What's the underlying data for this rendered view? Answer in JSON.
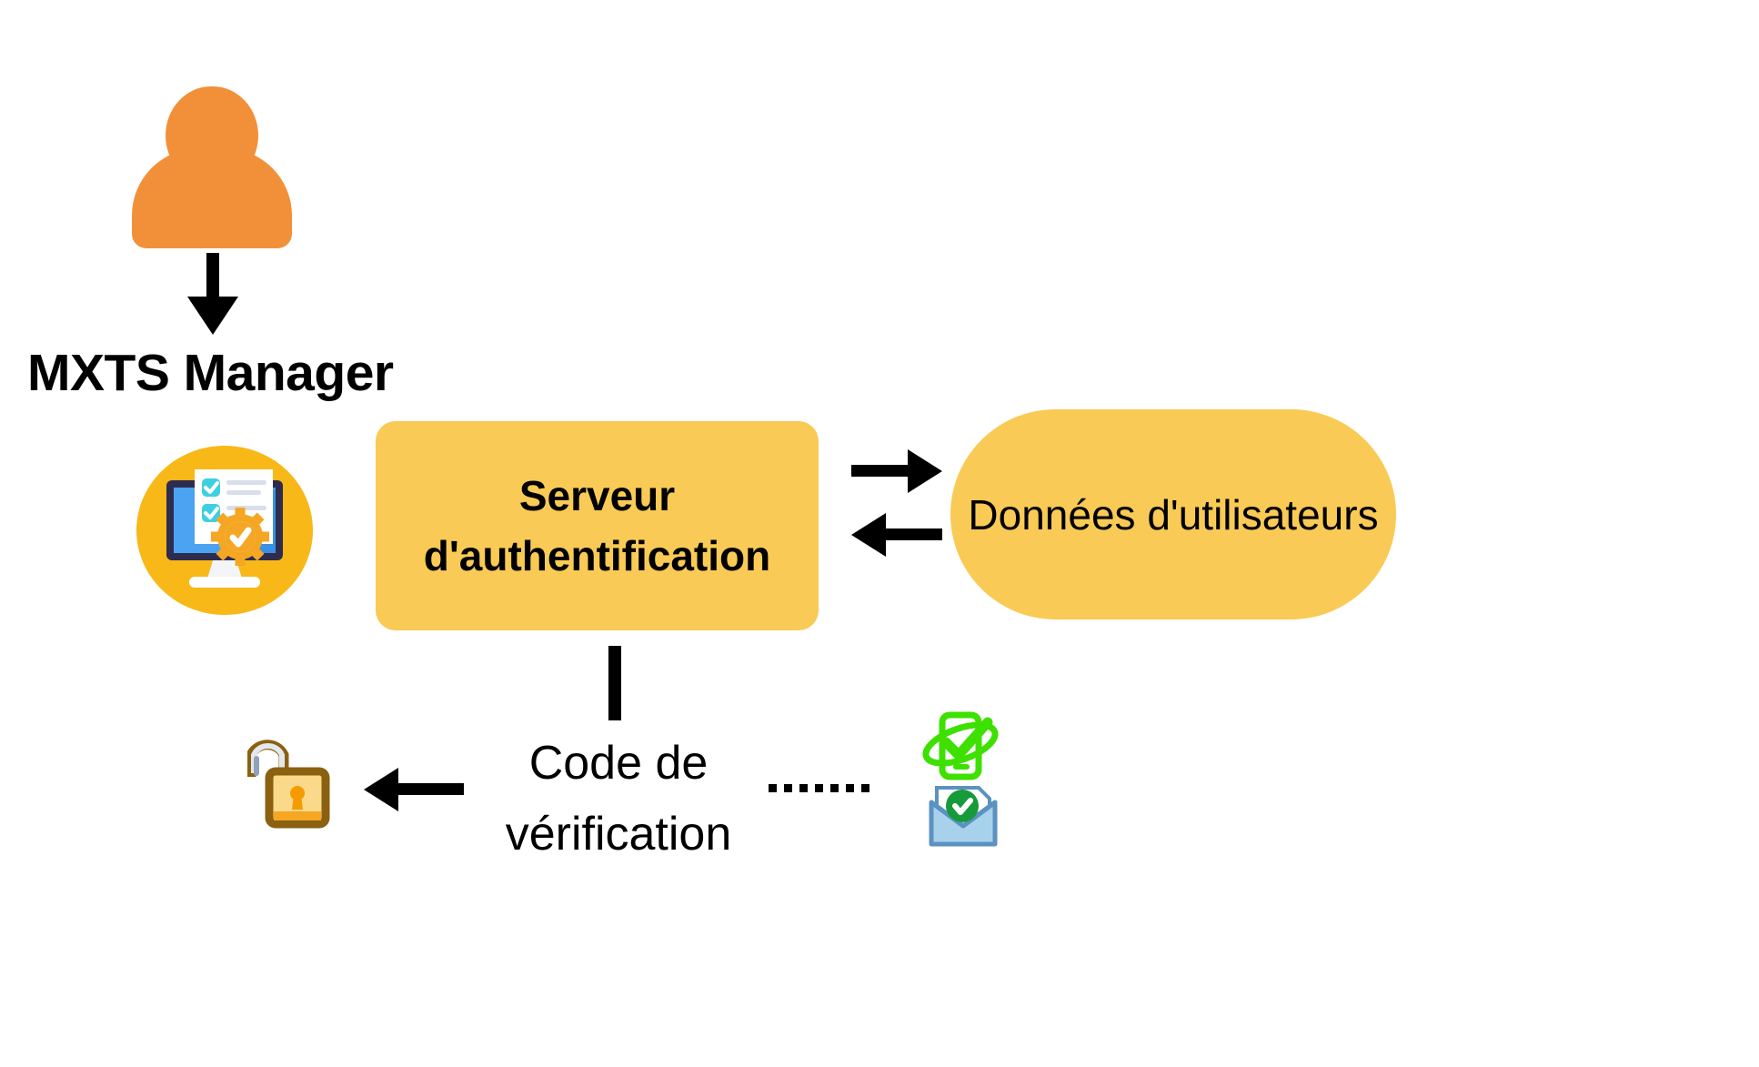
{
  "diagram": {
    "title": "MXTS Manager authentication flow",
    "background_color": "#ffffff",
    "accent_orange": "#F2903A",
    "accent_amber": "#F9CA55",
    "accent_yellow": "#F8B818",
    "accent_green": "#3EE000",
    "accent_blue": "#A8D2EC",
    "stroke_black": "#000000"
  },
  "labels": {
    "title": "MXTS Manager",
    "auth_server": "Serveur d'authentification",
    "user_data": "Données d'utilisateurs",
    "verification_code_line1": "Code de",
    "verification_code_line2": "vérification"
  },
  "icons": {
    "user": "user-person-icon",
    "monitor_checklist": "monitor-checklist-gear-icon",
    "padlock": "unlocked-padlock-icon",
    "phone_check": "phone-verification-check-icon",
    "envelope_check": "envelope-verification-check-icon"
  },
  "connectors": {
    "user_to_manager": "arrow-down",
    "server_to_data": "arrow-right",
    "data_to_server": "arrow-left",
    "server_to_code": "line-vertical",
    "code_to_padlock": "arrow-left",
    "code_to_devices": "dotted-line"
  }
}
